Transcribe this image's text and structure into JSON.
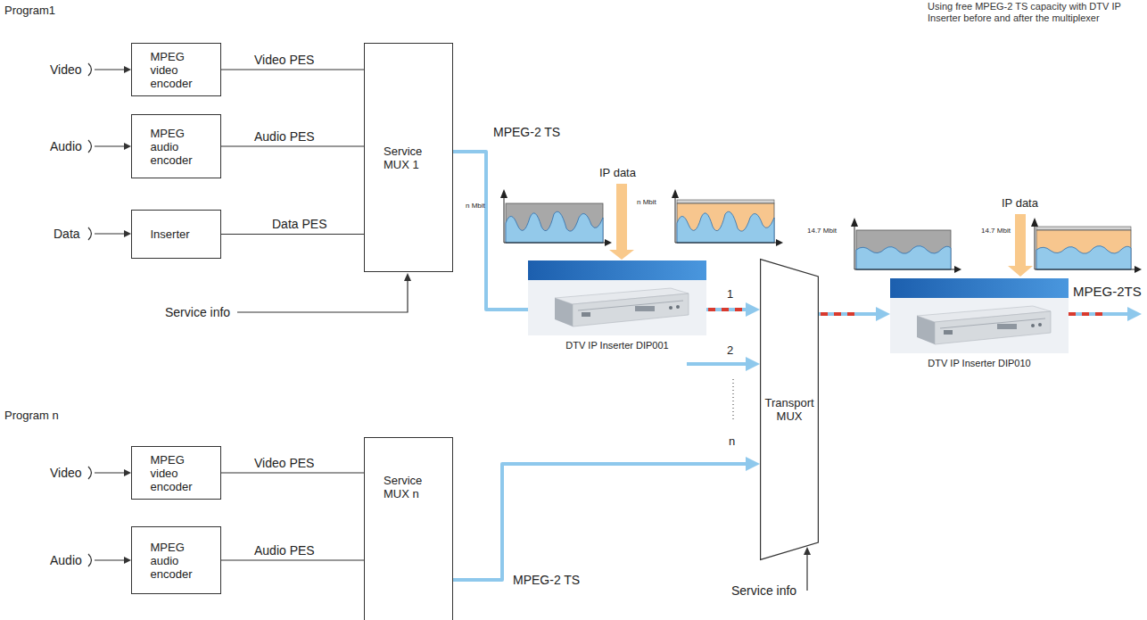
{
  "diagram": {
    "title": "Using free MPEG-2 TS capacity with DTV IP Inserter before and after the multiplexer",
    "nodes": [
      {
        "text": [
          "MPEG video encoder"
        ]
      },
      {
        "text": [
          "MPEG audio encoder"
        ]
      },
      {
        "text": [
          "Inserter"
        ]
      },
      {
        "text": [
          "Service MUX 1"
        ]
      },
      {
        "text": [
          "DTV IP Inserter DIP001"
        ]
      },
      {
        "text": [
          "Transport MUX"
        ]
      },
      {
        "text": [
          "DTV IP Inserter DIP010"
        ]
      },
      {
        "text": [
          "MPEG video encoder"
        ]
      },
      {
        "text": [
          "MPEG audio encoder"
        ]
      },
      {
        "text": [
          "Service MUX n"
        ]
      }
    ],
    "edges": [
      {
        "from": 0,
        "to": 3,
        "arrow": "none",
        "label": "Video PES"
      },
      {
        "from": 1,
        "to": 3,
        "arrow": "none",
        "label": "Audio PES"
      },
      {
        "from": 2,
        "to": 3,
        "arrow": "none",
        "label": "Data PES"
      },
      {
        "from": 3,
        "to": 4,
        "arrow": "none",
        "label": "MPEG-2 TS"
      },
      {
        "from": 4,
        "to": 5,
        "arrow": "to"
      },
      {
        "from": 5,
        "to": 6,
        "arrow": "to"
      },
      {
        "from": 7,
        "to": 9,
        "arrow": "none",
        "label": "Video PES"
      },
      {
        "from": 8,
        "to": 9,
        "arrow": "none",
        "label": "Audio PES"
      },
      {
        "from": 9,
        "to": 5,
        "arrow": "to",
        "label": "MPEG-2 TS"
      }
    ],
    "labels": [
      "Program1",
      "Video",
      "Audio",
      "Data",
      "Service info",
      "n Mbit",
      "IP data",
      "n Mbit",
      "1",
      "2",
      "n",
      "14.7 Mbit",
      "IP data",
      "14.7 Mbit",
      "MPEG-2TS",
      "Program n",
      "Video",
      "Audio",
      "Service info"
    ]
  }
}
